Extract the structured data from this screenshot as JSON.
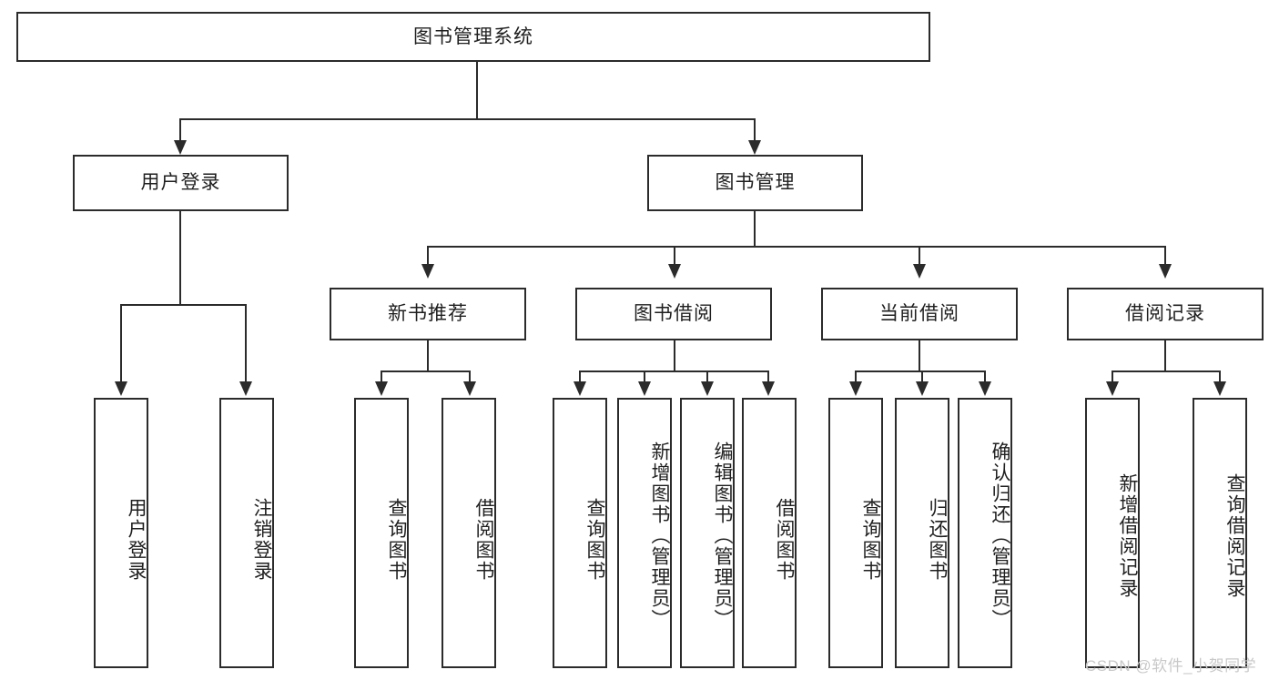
{
  "diagram": {
    "type": "org-chart",
    "title": "图书管理系统",
    "watermark": "CSDN @软件_小贺同学",
    "colors": {
      "stroke": "#2b2b2b",
      "fill": "#ffffff",
      "text": "#1f1f1f",
      "watermark": "#c9c9c9"
    },
    "root": {
      "label": "图书管理系统"
    },
    "level2": [
      {
        "label": "用户登录"
      },
      {
        "label": "图书管理"
      }
    ],
    "level3": [
      {
        "label": "新书推荐"
      },
      {
        "label": "图书借阅"
      },
      {
        "label": "当前借阅"
      },
      {
        "label": "借阅记录"
      }
    ],
    "leaves": {
      "user_login": [
        {
          "label": "用户登录"
        },
        {
          "label": "注销登录"
        }
      ],
      "new_book_recommend": [
        {
          "label": "查询图书"
        },
        {
          "label": "借阅图书"
        }
      ],
      "book_borrow": [
        {
          "label": "查询图书"
        },
        {
          "label": "新增图书（管理员）"
        },
        {
          "label": "编辑图书（管理员）"
        },
        {
          "label": "借阅图书"
        }
      ],
      "current_borrow": [
        {
          "label": "查询图书"
        },
        {
          "label": "归还图书"
        },
        {
          "label": "确认归还（管理员）"
        }
      ],
      "borrow_record": [
        {
          "label": "新增借阅记录"
        },
        {
          "label": "查询借阅记录"
        }
      ]
    }
  }
}
